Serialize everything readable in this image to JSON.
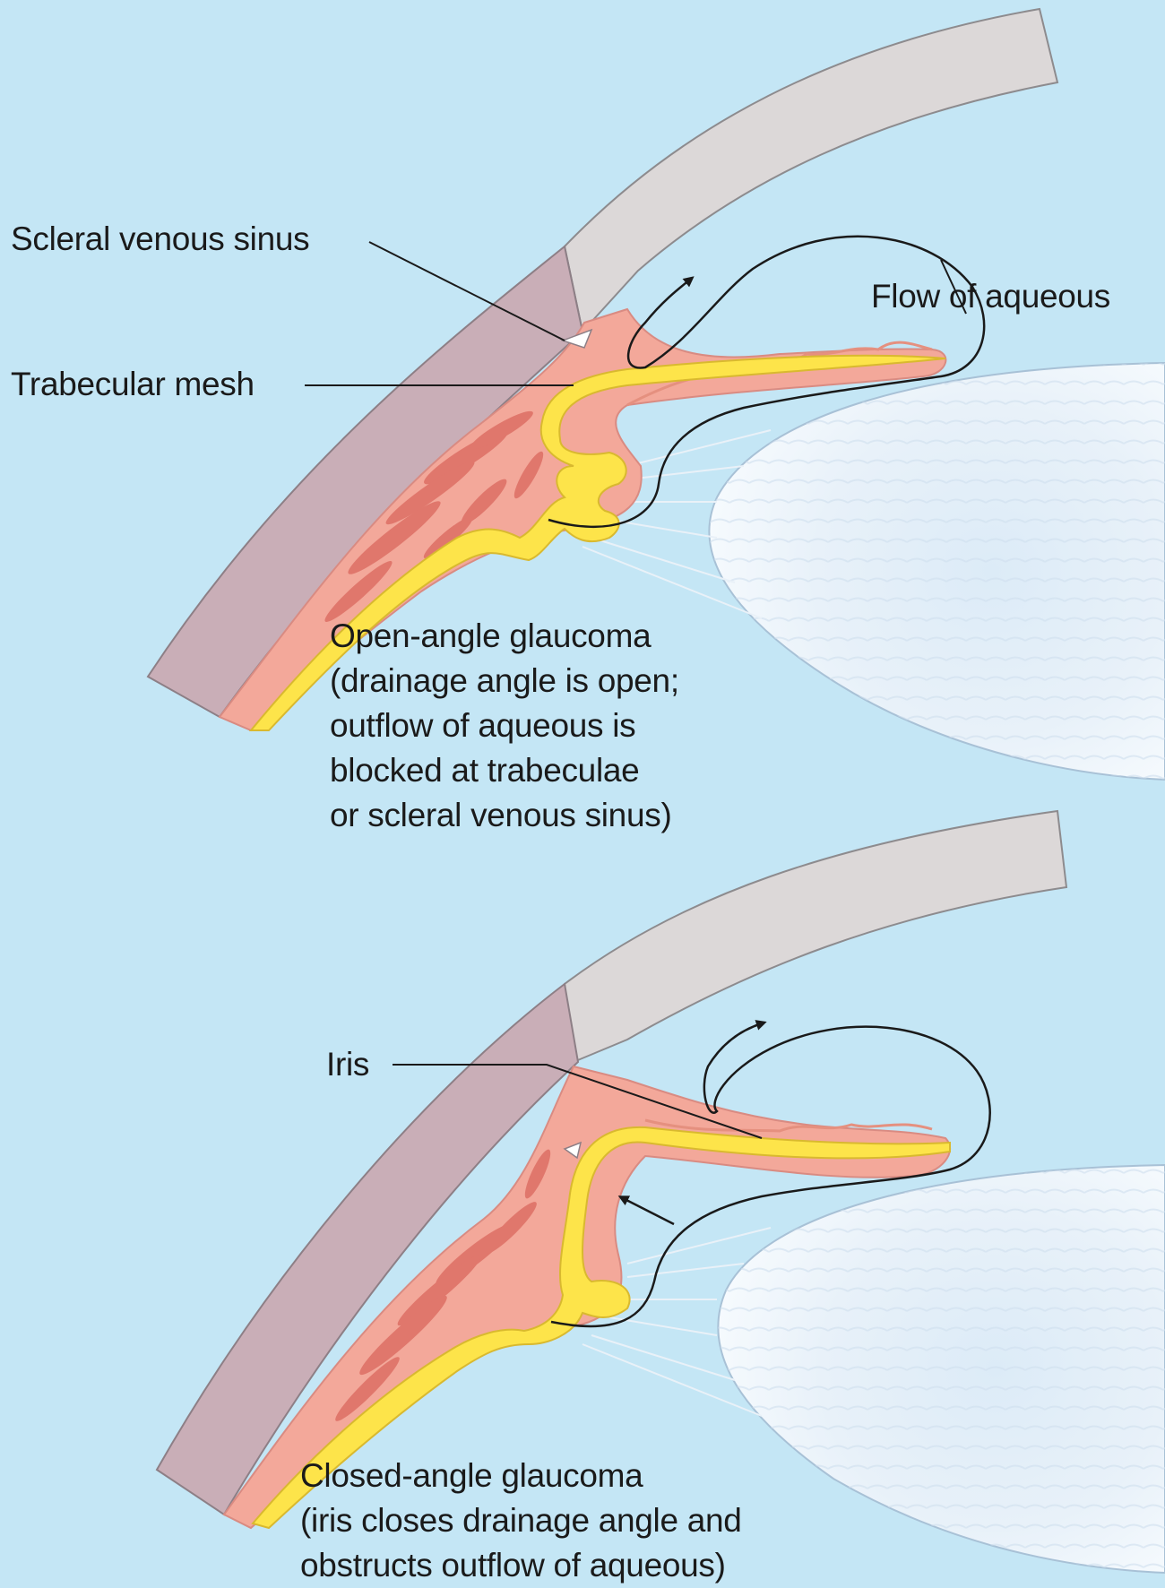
{
  "colors": {
    "background": "#c4e6f5",
    "cornea": "#dcd8d8",
    "sclera": "#c9aeb7",
    "ciliary_tissue": "#f3a89a",
    "ciliary_muscle": "#e0776c",
    "iris_pigment": "#fde44a",
    "lens": "#e9f2fa",
    "lines": "#1a1a1a"
  },
  "labels": {
    "scleral_venous_sinus": "Scleral venous sinus",
    "trabecular_mesh": "Trabecular mesh",
    "flow_of_aqueous": "Flow of aqueous",
    "iris": "Iris"
  },
  "captions": {
    "open_angle": [
      "Open-angle glaucoma",
      "(drainage angle is open;",
      "outflow of aqueous is",
      "blocked at trabeculae",
      "or scleral venous sinus)"
    ],
    "closed_angle": [
      "Closed-angle glaucoma",
      "(iris closes drainage angle and",
      "obstructs outflow of aqueous)"
    ]
  }
}
